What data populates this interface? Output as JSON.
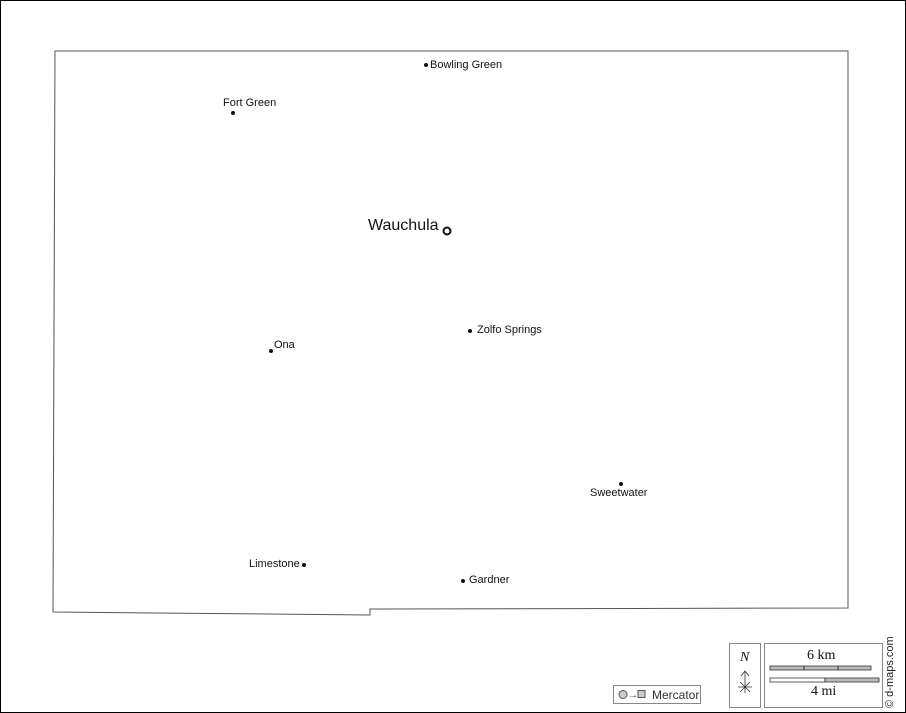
{
  "places": [
    {
      "name": "Bowling Green",
      "kind": "town"
    },
    {
      "name": "Fort Green",
      "kind": "town"
    },
    {
      "name": "Wauchula",
      "kind": "county-seat"
    },
    {
      "name": "Zolfo Springs",
      "kind": "town"
    },
    {
      "name": "Ona",
      "kind": "town"
    },
    {
      "name": "Sweetwater",
      "kind": "town"
    },
    {
      "name": "Limestone",
      "kind": "town"
    },
    {
      "name": "Gardner",
      "kind": "town"
    }
  ],
  "legend": {
    "projection": "Mercator",
    "north": "N",
    "scale_km": "6 km",
    "scale_mi": "4 mi"
  },
  "credit": "© d-maps.com"
}
